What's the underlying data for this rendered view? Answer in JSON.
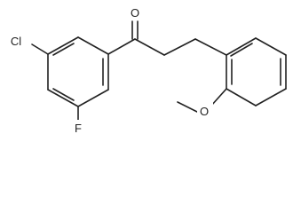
{
  "molecule": {
    "atom_labels": {
      "oxygen_carbonyl": "O",
      "chlorine": "Cl",
      "fluorine": "F",
      "oxygen_methoxy": "O"
    }
  },
  "colors": {
    "bond": "#222222",
    "label": "#222222",
    "background": "#ffffff"
  }
}
